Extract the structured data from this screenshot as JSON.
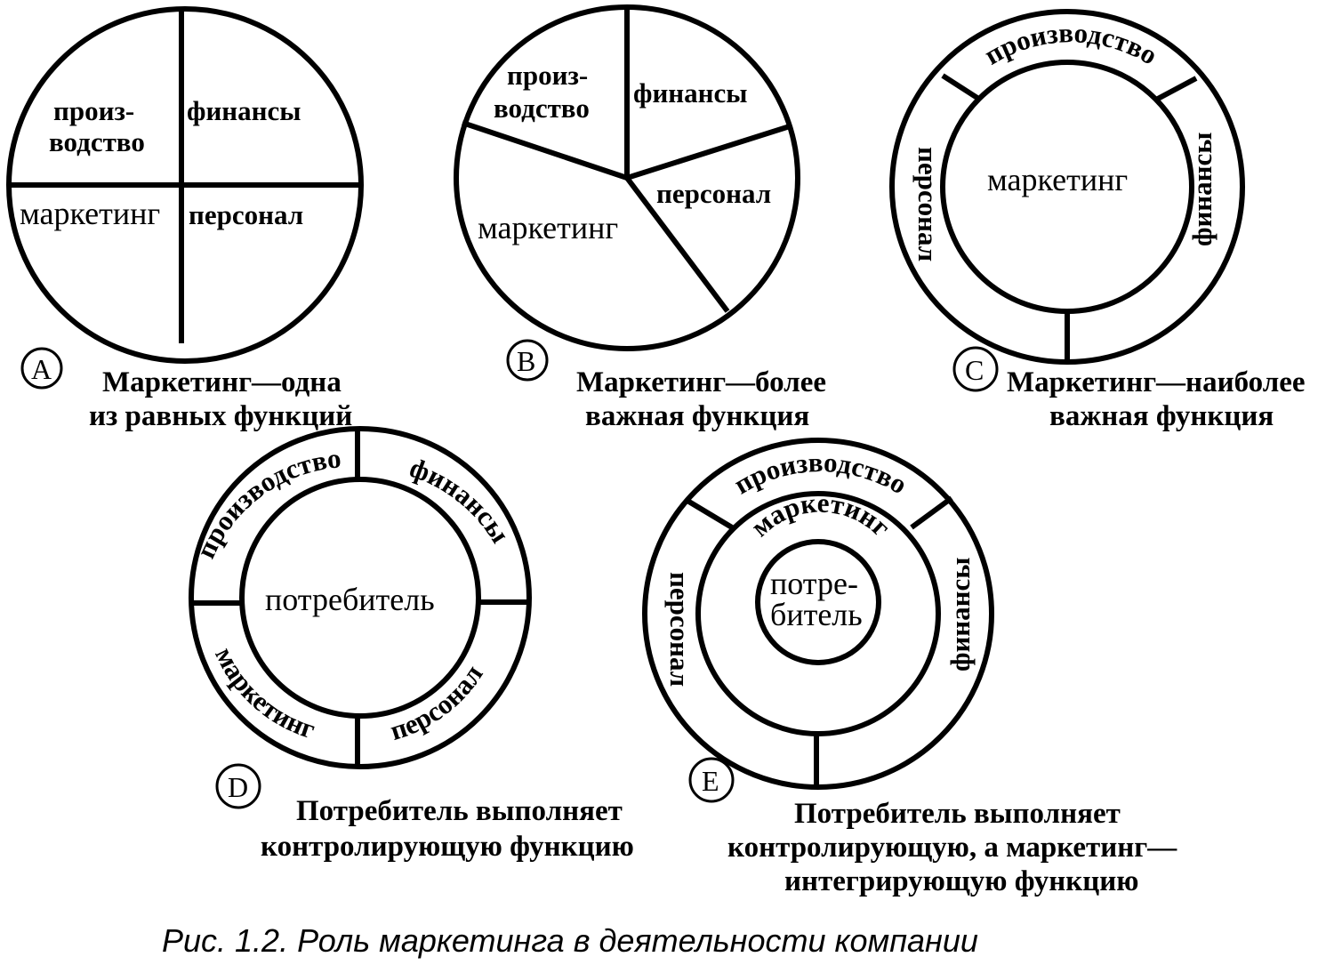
{
  "diagrams": {
    "a": {
      "letter": "A",
      "production1": "произ-",
      "production2": "водство",
      "finance": "финансы",
      "marketing": "маркетинг",
      "personnel": "персонал",
      "caption1": "Маркетинг—одна",
      "caption2": "из равных функций"
    },
    "b": {
      "letter": "B",
      "production1": "произ-",
      "production2": "водство",
      "finance": "финансы",
      "personnel": "персонал",
      "marketing": "маркетинг",
      "caption1": "Маркетинг—более",
      "caption2": "важная функция"
    },
    "c": {
      "letter": "C",
      "production": "производство",
      "personnel": "персонал",
      "finance": "финансы",
      "marketing": "маркетинг",
      "caption1": "Маркетинг—наиболее",
      "caption2": "важная функция"
    },
    "d": {
      "letter": "D",
      "production": "производство",
      "finance": "финансы",
      "marketing": "маркетинг",
      "personnel": "персонал",
      "consumer": "потребитель",
      "caption1": "Потребитель выполняет",
      "caption2": "контролирующую функцию"
    },
    "e": {
      "letter": "E",
      "production": "производство",
      "personnel": "персонал",
      "finance": "финансы",
      "marketing": "маркетинг",
      "consumer1": "потре-",
      "consumer2": "битель",
      "caption1": "Потребитель выполняет",
      "caption2": "контролирующую, а маркетинг—",
      "caption3": "интегрирующую функцию"
    }
  },
  "figure_caption": "Рис. 1.2. Роль маркетинга в деятельности компании"
}
